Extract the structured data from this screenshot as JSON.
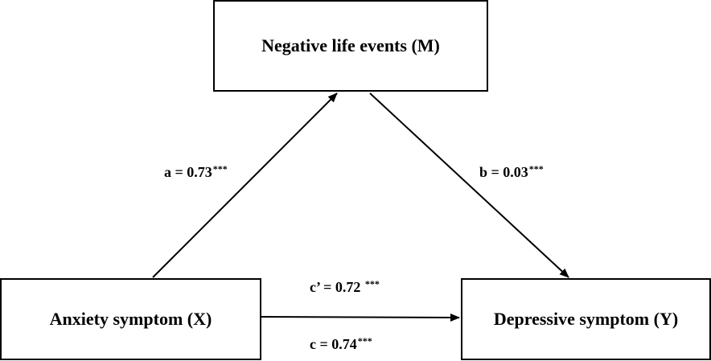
{
  "nodes": {
    "mediator": {
      "label": "Negative life events (M)"
    },
    "independent": {
      "label": "Anxiety symptom (X)"
    },
    "dependent": {
      "label": "Depressive symptom (Y)"
    }
  },
  "paths": {
    "a": {
      "text": "a = 0.73",
      "sig": "***"
    },
    "b": {
      "text": "b = 0.03",
      "sig": "***"
    },
    "c_prime": {
      "text": "c’ = 0.72 ",
      "sig": "***"
    },
    "c": {
      "text": "c = 0.74",
      "sig": "***"
    }
  },
  "colors": {
    "stroke": "#000000",
    "background": "#ffffff"
  }
}
